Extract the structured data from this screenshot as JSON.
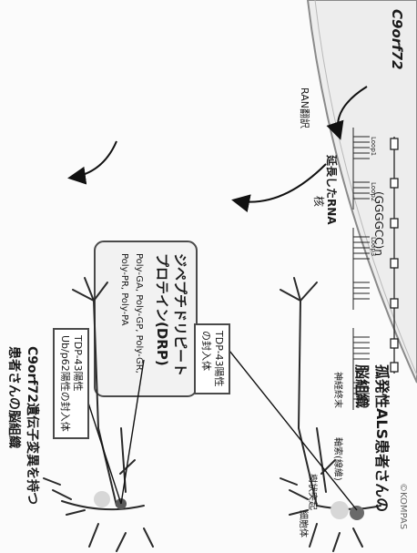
{
  "top_left": {
    "title_line1": "孤発性ALS患者さんの",
    "title_line2": "脳組織",
    "labels": {
      "axon_terminal": "神経終末",
      "axon": "軸索(線維)",
      "dendrite": "樹状突起",
      "cell_body": "細胞体"
    }
  },
  "bottom_left": {
    "title_line1": "C9orf72遺伝子変異を持つ",
    "title_line2": "患者さんの脳組織"
  },
  "center_box_1": {
    "line1": "TDP-43陽性",
    "line2": "の封入体"
  },
  "bottom_box": {
    "line1": "TDP-43陽性",
    "line2": "Ub/p62陽性の封入体"
  },
  "nucleus": {
    "gene_label": "C9orf72",
    "repeat_label": "(GGGGCC)n",
    "rna_label": "延長したRNA",
    "nucleus_label": "核",
    "loop_labels": [
      "Loop1",
      "Loop2",
      "Loop3"
    ]
  },
  "ran_label": "RAN翻訳",
  "drp_box": {
    "line1": "ジペプチドリピート",
    "line2": "プロテイン(DRP)",
    "line3": "Poly-GA, Poly-GP, Poly-GR,",
    "line4": "Poly-PR, Poly-PA"
  },
  "credit": "©KOMPAS"
}
